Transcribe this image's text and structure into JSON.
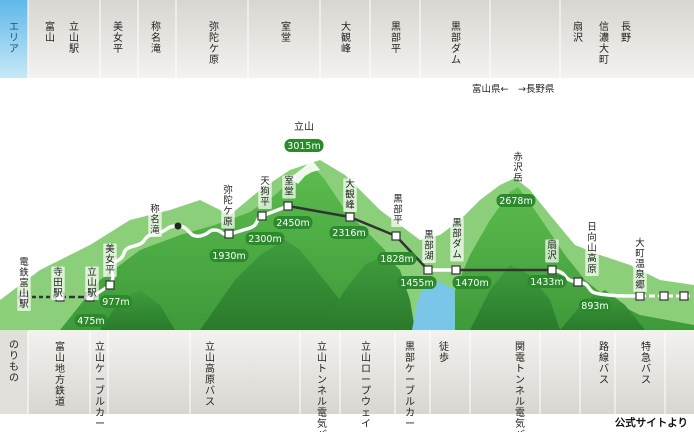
{
  "header": {
    "area_label": "エリア",
    "areas": [
      "富山",
      "立山駅",
      "美女平",
      "称名滝",
      "弥陀ケ原",
      "室堂",
      "大観峰",
      "黒部平",
      "黒部ダム",
      "扇沢",
      "信濃大町",
      "長野"
    ],
    "pref_border": "富山県←　→長野県"
  },
  "stations": {
    "dentetsu_toyama": "電鉄富山駅",
    "teradaeki": "寺田駅",
    "tateyama": "立山駅",
    "bijodaira": "美女平",
    "shomyodaki": "称名滝",
    "midagahara": "弥陀ケ原",
    "tengudaira": "天狗平",
    "murodo": "室堂",
    "tateyama_peak": "立山",
    "daikanbo": "大観峰",
    "kurobedaira": "黒部平",
    "kurobeko": "黒部湖",
    "kurobedam": "黒部ダム",
    "akazawadake": "赤沢岳",
    "ogizawa": "扇沢",
    "hinatayama": "日向山高原",
    "omachi_onsen": "大町温泉郷"
  },
  "altitudes": {
    "tateyama_station": "475m",
    "bijodaira": "977m",
    "midagahara": "1930m",
    "tengudaira": "2300m",
    "murodo": "2450m",
    "tateyama_peak": "3015m",
    "daikanbo": "2316m",
    "kurobedaira": "1828m",
    "kurobeko": "1455m",
    "kurobedam": "1470m",
    "akazawadake": "2678m",
    "ogizawa": "1433m",
    "hinatayama": "893m"
  },
  "footer": {
    "row_label": "のりもの",
    "vehicles": [
      "富山地方鉄道",
      "立山ケーブルカー",
      "立山高原バス",
      "立山トンネル電気バス",
      "立山ロープウェイ",
      "黒部ケーブルカー",
      "徒歩",
      "関電トンネル電気バス",
      "路線バス",
      "特急バス"
    ]
  },
  "credit": "公式サイトより",
  "colors": {
    "header_blue": "#9fd6f2",
    "header_bg": "#e8e6e1",
    "mountain_green": "#4faa4f",
    "mountain_dark": "#2e7d32",
    "badge_green": "#2b8a2b",
    "lake_blue": "#79c6e8"
  }
}
